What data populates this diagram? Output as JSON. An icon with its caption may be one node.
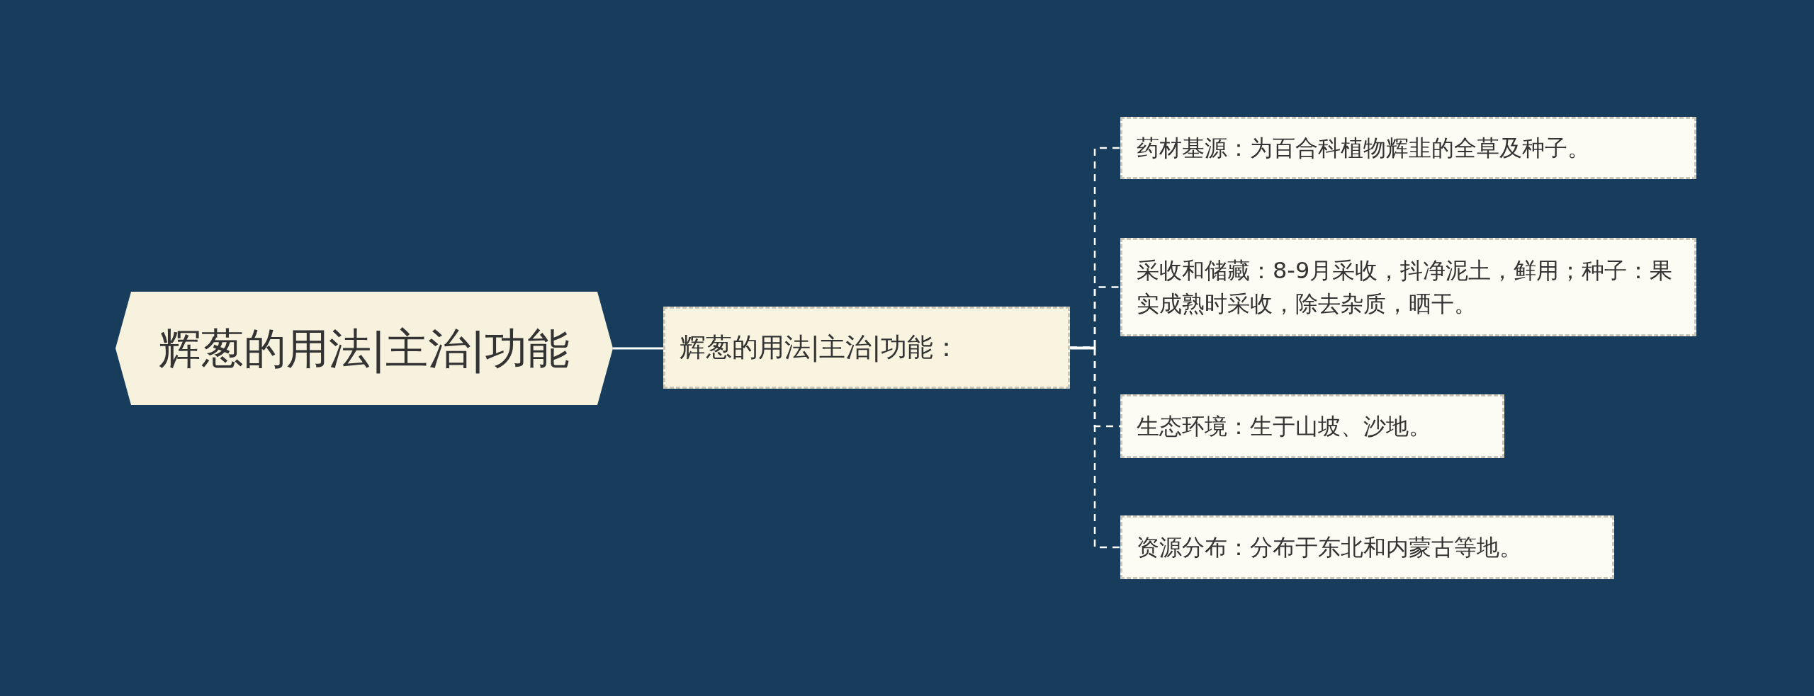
{
  "diagram": {
    "nodes": [
      {
        "text": [
          "辉葱的用法|主治|功能"
        ]
      },
      {
        "text": [
          "辉葱的用法|主治|功能："
        ]
      },
      {
        "text": [
          "药材基源：为百合科植物辉韭的全草及种子。"
        ]
      },
      {
        "text": [
          "采收和储藏：8-9月采收，抖净泥土，鲜用；种子：果实成熟时采收，除去杂质，晒干。"
        ]
      },
      {
        "text": [
          "生态环境：生于山坡、沙地。"
        ]
      },
      {
        "text": [
          "资源分布：分布于东北和内蒙古等地。"
        ]
      }
    ],
    "edges": [
      {
        "from": 0,
        "to": 1,
        "arrow": "none"
      },
      {
        "from": 1,
        "to": 2,
        "arrow": "none",
        "style": "dashed"
      },
      {
        "from": 1,
        "to": 3,
        "arrow": "none",
        "style": "dashed"
      },
      {
        "from": 1,
        "to": 4,
        "arrow": "none",
        "style": "dashed"
      },
      {
        "from": 1,
        "to": 5,
        "arrow": "none",
        "style": "dashed"
      }
    ]
  }
}
